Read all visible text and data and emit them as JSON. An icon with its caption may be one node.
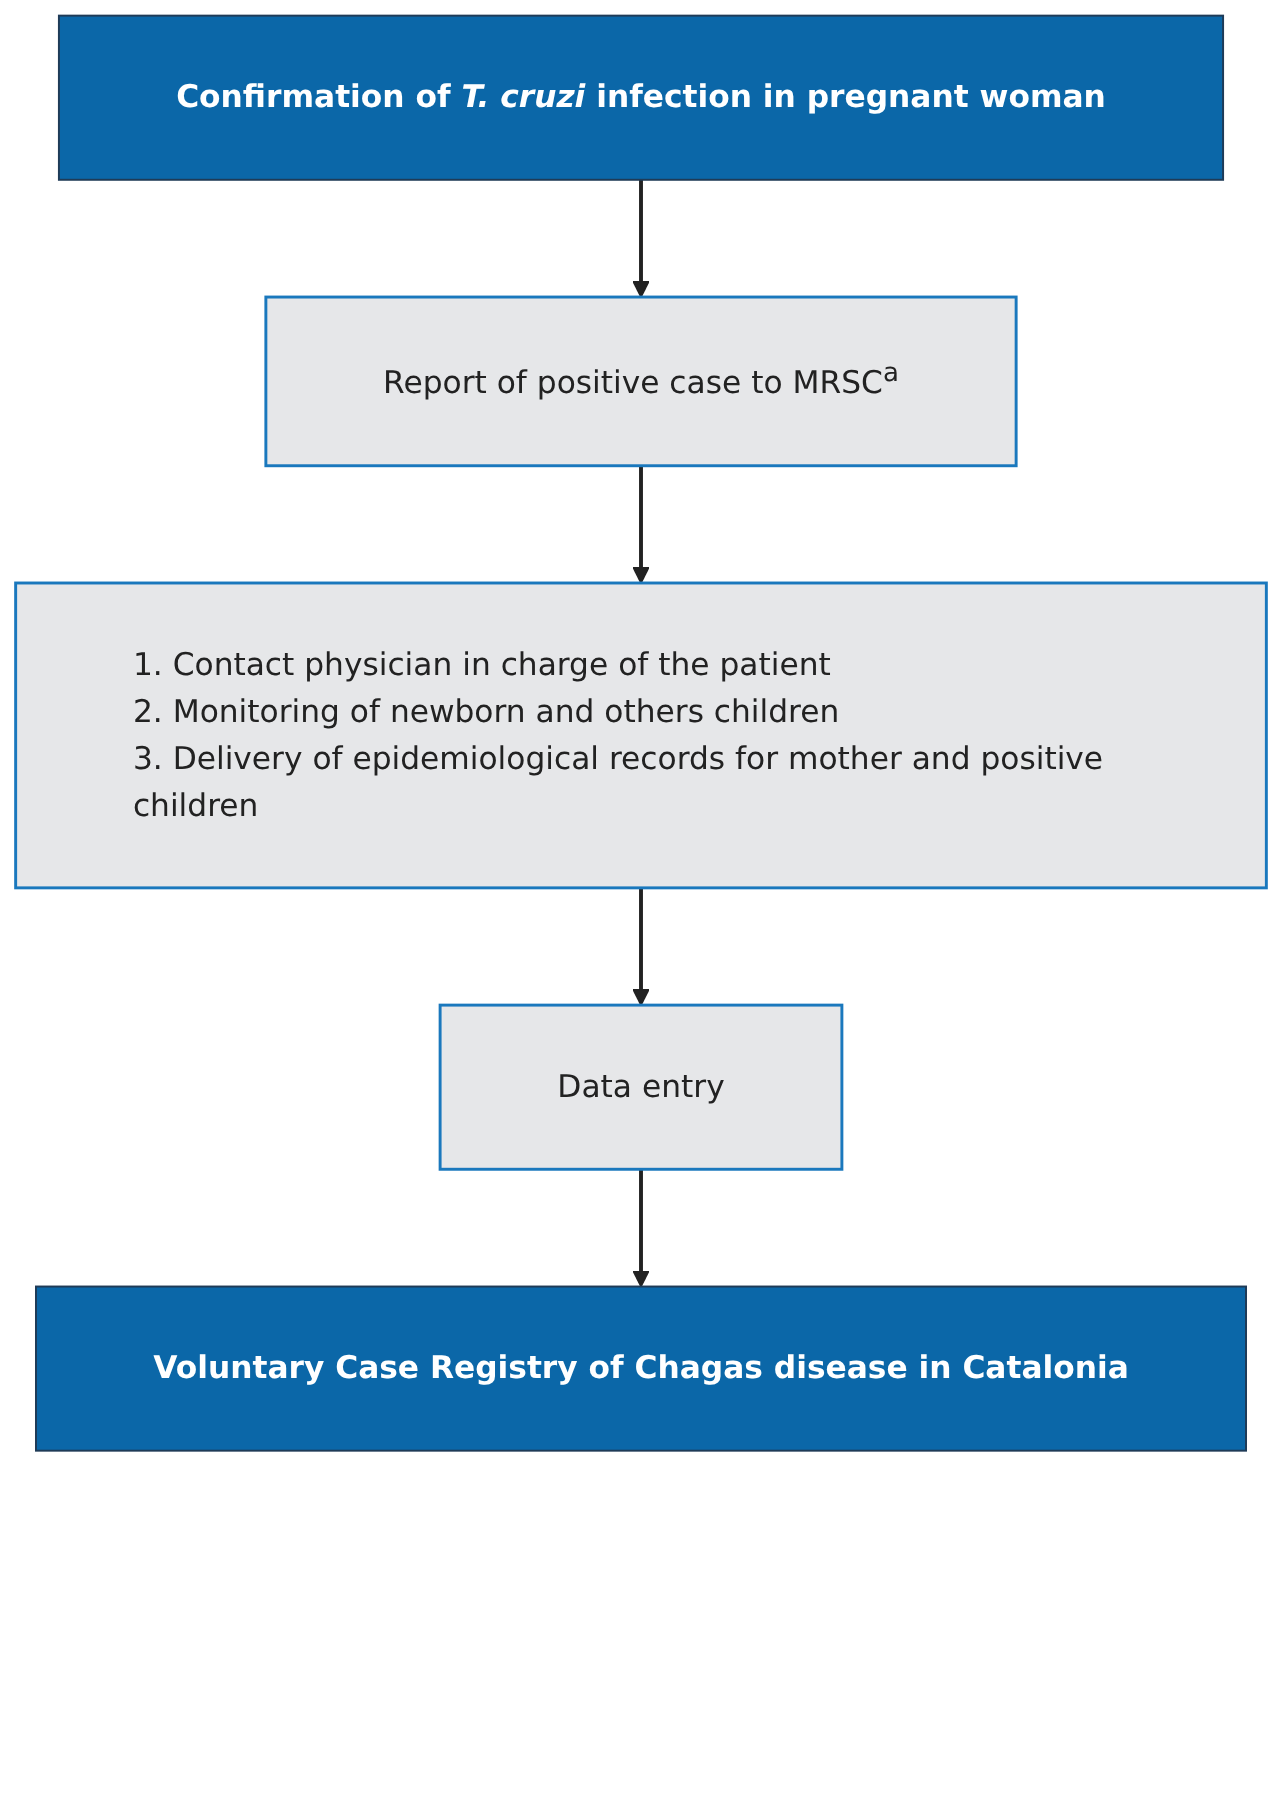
{
  "diagram": {
    "nodes": [
      {
        "text": [
          "Confirmation of *T. cruzi* infection in pregnant woman"
        ]
      },
      {
        "text": [
          "Report of positive case to MRSC$^{a}$"
        ]
      },
      {
        "text": [
          "1. Contact physician in charge of the patient",
          "2. Monitoring of newborn and others children",
          "3. Delivery of epidemiological records for mother and positive children"
        ]
      },
      {
        "text": [
          "Data entry"
        ]
      },
      {
        "text": [
          "Voluntary Case Registry of Chagas disease in Catalonia"
        ]
      }
    ],
    "edges": [
      {
        "from": 0,
        "to": 1,
        "arrow": "to"
      },
      {
        "from": 1,
        "to": 2,
        "arrow": "to"
      },
      {
        "from": 2,
        "to": 3,
        "arrow": "to"
      },
      {
        "from": 3,
        "to": 4,
        "arrow": "to"
      }
    ]
  }
}
